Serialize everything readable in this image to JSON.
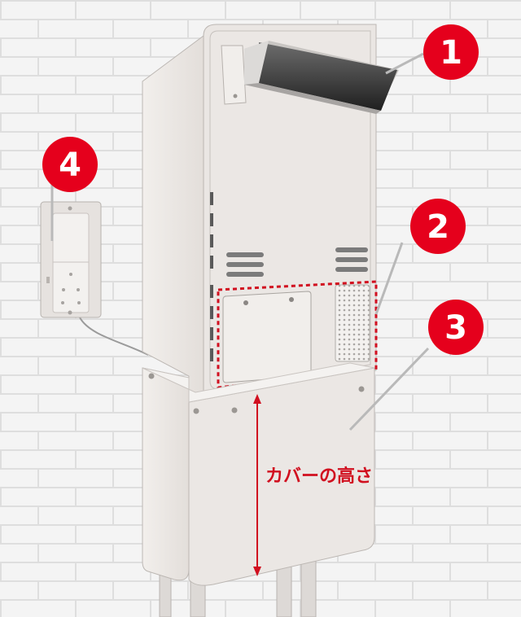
{
  "callouts": [
    {
      "number": "1"
    },
    {
      "number": "2"
    },
    {
      "number": "3"
    },
    {
      "number": "4"
    }
  ],
  "measure": {
    "label": "カバーの高さ"
  },
  "colors": {
    "badge": "#e5001c",
    "accent_line": "#d10f1f",
    "unit_body": "#e9e5e2",
    "wall": "#f2f2f2",
    "grout": "#dcdcdc"
  },
  "icons": {
    "exhaust_hood": "exhaust-hood-icon",
    "remote_controller": "remote-controller-icon"
  }
}
